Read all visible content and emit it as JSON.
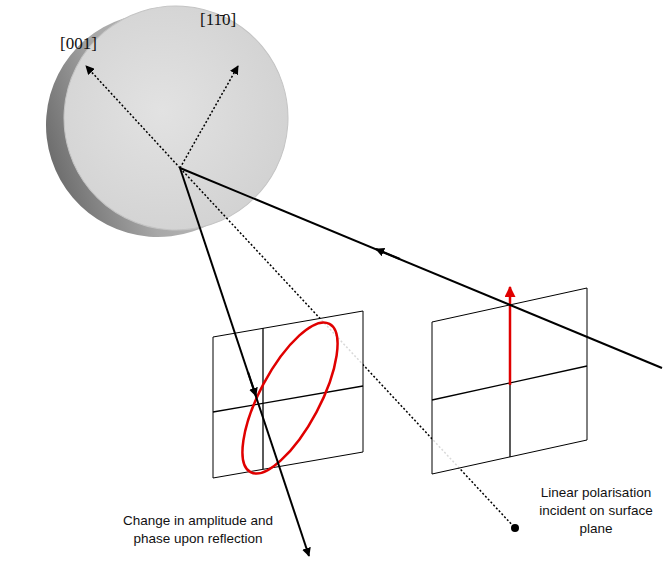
{
  "diagram": {
    "labels": [
      "[001]",
      "[11̄0]",
      "Linear polarisation incident on surface plane",
      "Change in amplitude and phase upon reflection"
    ]
  }
}
